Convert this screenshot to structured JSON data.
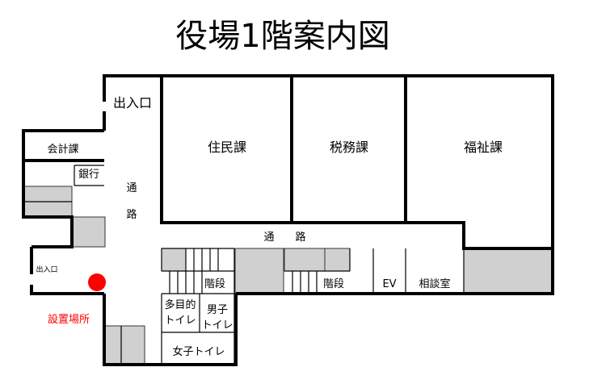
{
  "title": "役場1階案内図",
  "rooms": {
    "entrance_top": "出入口",
    "accounting": "会計課",
    "bank": "銀行",
    "corridor_v1": "通",
    "corridor_v2": "路",
    "residents": "住民課",
    "tax": "税務課",
    "welfare": "福祉課",
    "corridor_h1": "通",
    "corridor_h2": "路",
    "entrance_side": "出入口",
    "stairs_left": "階段",
    "stairs_right": "階段",
    "ev": "EV",
    "consultation": "相談室",
    "multipurpose_toilet_1": "多目的",
    "multipurpose_toilet_2": "トイレ",
    "mens_toilet_1": "男子",
    "mens_toilet_2": "トイレ",
    "womens_toilet": "女子トイレ"
  },
  "marker": {
    "label": "設置場所",
    "color": "#ff0000"
  }
}
